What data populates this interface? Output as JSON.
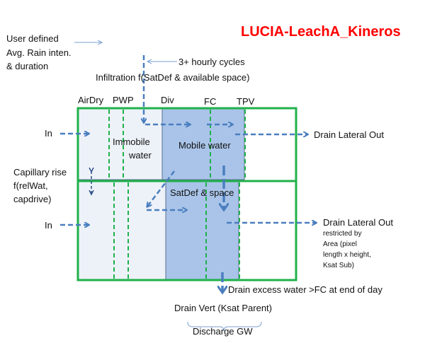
{
  "title": "LUCIA-LeachA_Kineros",
  "colors": {
    "title": "#ff0000",
    "box": "#1fb14a",
    "mobile": "#a9c4e8",
    "immobile": "#edf2f9",
    "arrow": "#4a7ebf"
  },
  "labels": {
    "user_defined": [
      "User defined",
      "Avg. Rain inten.",
      "& duration"
    ],
    "cycles": "3+ hourly cycles",
    "infiltration": "Infiltration  f(SatDef & available space)",
    "columns": {
      "airdry": "AirDry",
      "pwp": "PWP",
      "div": "Div",
      "fc": "FC",
      "tpv": "TPV"
    },
    "in_top": "In",
    "in_bottom": "In",
    "immobile": [
      "Immobile",
      "water"
    ],
    "mobile": "Mobile water",
    "drain_lateral_top": "Drain Lateral Out",
    "capillary": [
      "Capillary rise",
      "f(relWat,",
      "capdrive)"
    ],
    "satdef": "SatDef & space",
    "drain_lateral_bottom": "Drain Lateral Out",
    "restricted": [
      "restricted by",
      "Area (pixel",
      "length x height,",
      "Ksat Sub)"
    ],
    "drain_excess": "Drain excess water >FC at end of day",
    "drain_vert": "Drain Vert (Ksat Parent)",
    "discharge": "Discharge GW"
  }
}
